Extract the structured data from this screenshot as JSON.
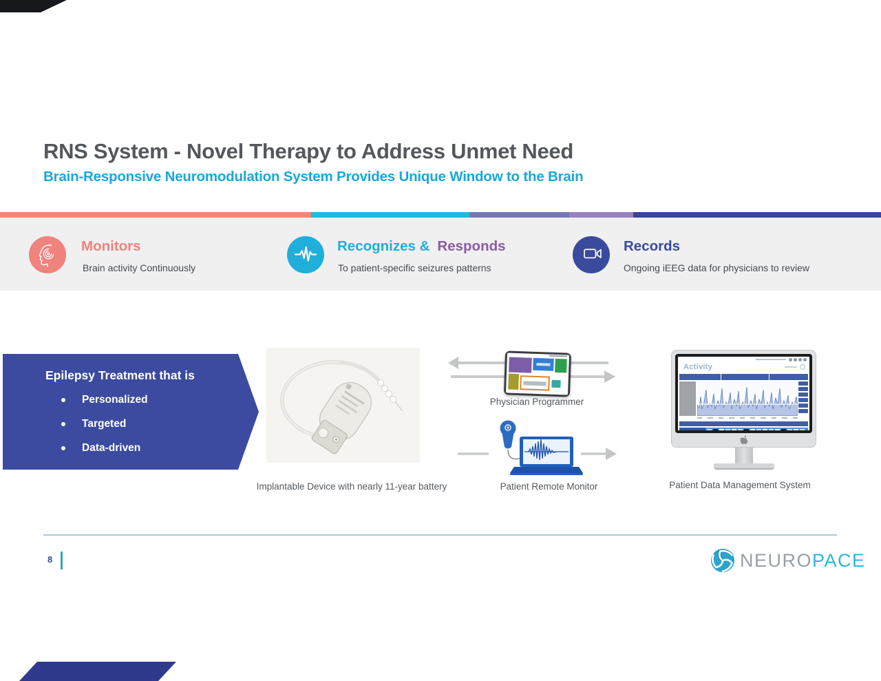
{
  "header": {
    "title": "RNS System - Novel Therapy to Address Unmet Need",
    "subtitle": "Brain-Responsive Neuromodulation System Provides Unique Window to the Brain"
  },
  "features": [
    {
      "title": "Monitors",
      "desc": "Brain activity Continuously",
      "color": "#F0837C",
      "icon": "head-brain-icon"
    },
    {
      "title": "Recognizes &",
      "title_second": "Responds",
      "desc": "To patient-specific seizures patterns",
      "color": "#1FAEDC",
      "color_second": "#8A5BA6",
      "icon": "ecg-waveform-icon"
    },
    {
      "title": "Records",
      "desc": "Ongoing iEEG data for physicians to review",
      "color": "#3A4B9D",
      "icon": "video-camera-icon"
    }
  ],
  "banner": {
    "heading": "Epilepsy Treatment that is",
    "bullets": [
      "Personalized",
      "Targeted",
      "Data-driven"
    ],
    "color": "#3C4BA0"
  },
  "diagram": {
    "implant_caption": "Implantable Device with nearly 11-year battery",
    "programmer_caption": "Physician Programmer",
    "remote_caption": "Patient Remote Monitor",
    "pdms_caption": "Patient Data Management System",
    "pdms_screen_title": "Activity"
  },
  "footer": {
    "page_number": "8",
    "logo_neuro": "NEURO",
    "logo_pace": "PACE"
  },
  "colors": {
    "subtitle_cyan": "#17A8DC",
    "stripe_segments": [
      "#F08878",
      "#1FB9DE",
      "#7478B8",
      "#9881BE",
      "#3A4499"
    ],
    "band_background": "#F0F0F1"
  }
}
